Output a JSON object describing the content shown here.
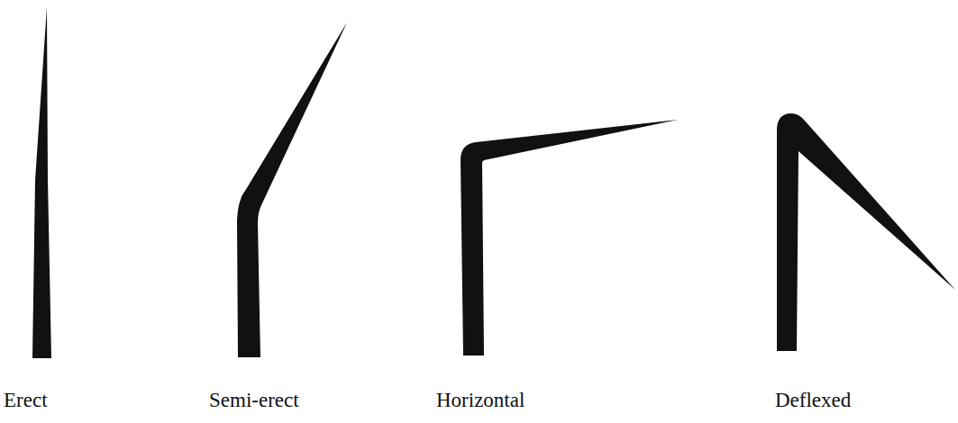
{
  "diagram": {
    "labels": [
      "Erect",
      "Semi-erect",
      "Horizontal",
      "Deflexed"
    ]
  }
}
